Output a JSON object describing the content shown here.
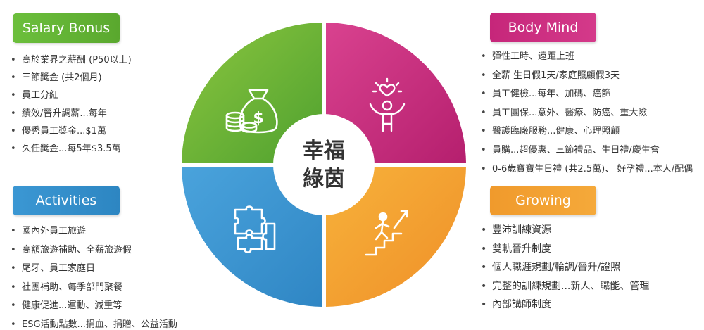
{
  "salary_bonus": {
    "title": "Salary Bonus",
    "items": [
      "高於業界之薪酬 (P50以上)",
      "三節獎金 (共2個月)",
      "員工分紅",
      "績效/晉升調薪...每年",
      "優秀員工獎金...$1萬",
      "久任獎金...每5年$3.5萬"
    ]
  },
  "activities": {
    "title": "Activities",
    "items": [
      "國內外員工旅遊",
      "高額旅遊補助、全薪旅遊假",
      "尾牙、員工家庭日",
      "社團補助、每季部門聚餐",
      "健康促進...運動、減重等",
      "ESG活動點數...捐血、捐贈、公益活動"
    ]
  },
  "body_mind": {
    "title": "Body Mind",
    "items": [
      "彈性工時、遠距上班",
      "全薪  生日假1天/家庭照顧假3天",
      "員工健檢...每年、加碼、癌篩",
      "員工團保...意外、醫療、防癌、重大險",
      "醫護臨廠服務...健康、心理照顧",
      "員購...超優惠、三節禮品、生日禮/慶生會",
      "0-6歲寶寶生日禮 (共2.5萬)、 好孕禮...本人/配偶"
    ]
  },
  "growing": {
    "title": "Growing",
    "items": [
      "豐沛訓練資源",
      "雙軌晉升制度",
      "個人職涯規劃/輪調/晉升/證照",
      "完整的訓練規劃...新人、職能、管理",
      "內部講師制度"
    ]
  },
  "center": {
    "line1": "幸福",
    "line2": "綠茵"
  },
  "icons": {
    "salary": "money-bag-coins-icon",
    "body": "heart-person-icon",
    "activities": "puzzle-icon",
    "growing": "stairs-climb-icon"
  },
  "colors": {
    "green": "#6cbf3c",
    "magenta": "#c6267a",
    "blue": "#3b97d3",
    "orange": "#f09a2c"
  }
}
